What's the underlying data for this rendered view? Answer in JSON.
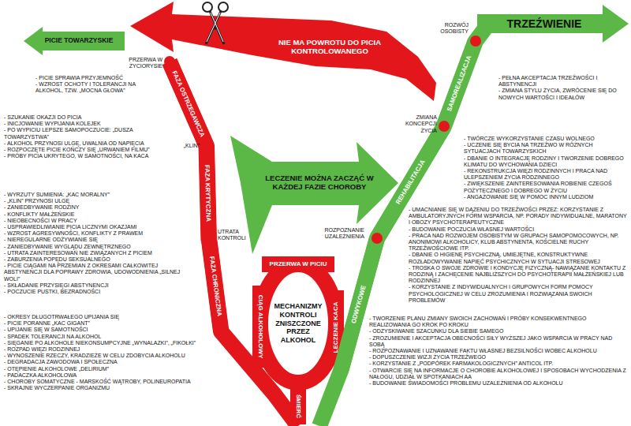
{
  "diagram": {
    "nodes": [
      {
        "text": [
          "NIE MA POWROTU DO PICIA KONTROLOWANEGO"
        ]
      },
      {
        "text": [
          "PICIE TOWARZYSKIE"
        ]
      },
      {
        "text": [
          "PRZERWA W ŻYCIORYSIE"
        ]
      },
      {
        "text": [
          "FAZA OSTRZEGAWCZA"
        ]
      },
      {
        "text": [
          "„KLIN”"
        ]
      },
      {
        "text": [
          "FAZA KRYTYCZNA"
        ]
      },
      {
        "text": [
          "UTRATA KONTROLI"
        ]
      },
      {
        "text": [
          "FAZA CHRONICZNA"
        ]
      },
      {
        "text": [
          "LECZENIE MOŻNA ZACZĄĆ W KAŻDEJ FAZIE CHOROBY"
        ]
      },
      {
        "text": [
          "MECHANIZMY KONTROLI ZNISZCZONE PRZEZ ALKOHOL"
        ]
      },
      {
        "text": [
          "PRZERWA W PICIU"
        ]
      },
      {
        "text": [
          "CIĄG ALKOHOLOWY"
        ]
      },
      {
        "text": [
          "LECZENIE KACA"
        ]
      },
      {
        "text": [
          "ŚMIERĆ"
        ]
      },
      {
        "text": [
          "ROZWÓJ OSOBISTY"
        ]
      },
      {
        "text": [
          "TRZEŹWIENIE"
        ]
      },
      {
        "text": [
          "SAMOREALIZACJA"
        ]
      },
      {
        "text": [
          "ZMIANA KONCEPCJI ŻYCIA"
        ]
      },
      {
        "text": [
          "REHABILITACJA"
        ]
      },
      {
        "text": [
          "ROZPOZNANIE UZALEŻNIENIA"
        ]
      },
      {
        "text": [
          "ODWYKOWE"
        ]
      }
    ],
    "labels": [
      "- PICIE SPRAWIA PRZYJEMNOŚĆ",
      "- WZROST OCHOTY I TOLERANCJI NA ALKOHOL, TZW. „MOCNA GŁOWA”",
      "- SZUKANIE OKAZJI DO PICIA",
      "- INICJOWANIE WYPIJANIA KOLEJEK",
      "- PO WYPICIU LEPSZE SAMOPOCZUCIE: „DUSZA TOWARZYSTWA”",
      "- ALKOHOL PRZYNOSI ULGĘ, UWALNIA OD NAPIĘCIA",
      "- ROZPOCZĘTE PICIE KOŃCZY SIĘ „URWANIEM FILMU”",
      "- PRÓBY PICIA UKRYTEGO, W SAMOTNOŚCI, NA KACA",
      "- WYRZUTY SUMIENIA: „KAC MORALNY”",
      "- „KLIN” PRZYNOSI ULGĘ",
      "- ZANIEDBYWANIE RODZINY",
      "- KONFLIKTY MAŁŻEŃSKIE",
      "- NIEOBECNOŚCI W PRACY",
      "- USPRAWIEDLIWIANIE PICIA LICZNYMI OKAZJAMI",
      "- WZROST AGRESYWNOŚCI, KONFLIKTY Z PRAWEM",
      "- NIEREGULARNE ODŻYWIANIE SIĘ",
      "- ZANIEDBYWANIE WYGLĄDU ZEWNĘTRZNEGO",
      "- UTRATA ZAINTERESOWAŃ NIE ZWIĄZANYCH Z PICIEM",
      "- ZABURZENIA POPĘDU SEKSUALNEGO",
      "- PICIE CIĄGAMI NA PRZEMIAN Z OKRESAMI CAŁKOWITEJ ABSTYNENCJI DLA POPRAWY ZDROWIA, UDOWODNIENIA „SILNEJ WOLI”",
      "- SKŁADANIE PRZYSIĘGI ABSTYNENCJI",
      "- POCZUCIE PUSTKI, BEZRADNOŚCI",
      "- OKRESY DŁUGOTRWAŁEGO UPIJANIA SIĘ",
      "- PICIE PORANNE „KAC GIGANT”",
      "- UPIJANIE SIĘ W SAMOTNOŚCI",
      "- SPADEK TOLERANCJI NA ALKOHOL",
      "- SIĘGANIE PO ALKOHOLE NIEKONSUMPCYJNE „WYNALAZKI”, „FIKOŁKI”",
      "- ROZPAD WIĘZI RODZINNEJ",
      "- WYNOSZENIE RZECZY, KRADZIEŻE W CELU ZDOBYCIA ALKOHOLU",
      "- DEGRADACJA ZAWODOWA I SPOŁECZNA",
      "- OTĘPIENIE ALKOHOLOWE „DELIRIUM”",
      "- PADACZKA ALKOHOLOWA",
      "- CHOROBY SOMATYCZNE - MARSKOŚĆ WĄTROBY, POLINEUROPATIA",
      "- SKRAJNE WYCZERPANIE ORGANIZMU",
      "- PEŁNA AKCEPTACJA TRZEŹWOŚCI I ABSTYNENCJI",
      "- ZMIANA STYLU ŻYCIA, ZWRÓCENIE SIĘ DO NOWYCH WARTOŚCI I IDEAŁÓW",
      "- TWÓRCZE WYKORZYSTANIE CZASU WOLNEGO",
      "- UCZENIE SIĘ BYCIA NA TRZEŹWO W RÓŻNYCH SYTUACJACH TOWARZYSKICH",
      "- DBANIE O INTEGRACJĘ RODZINY I TWORZENIE DOBREGO KLIMATU DO WYCHOWANIA DZIECI",
      "- REKONSTRUKCJA WIĘZI RODZINNYCH I PRACA NAD ULEPSZENIEM ŻYCIA RODZINNEGO",
      "- ZWIĘKSZENIE ZAINTERESOWANIA ROBIENIE CZEGOŚ POŻYTECZNEGO I DOBREGO W ŻYCIU",
      "- ANGAŻOWANIE SIĘ W POMOC INNYM LUDZIOM",
      "- UMACNIANIE SIĘ W DĄŻENIU DO TRZEŹWOŚCI PRZEZ: KORZYSTANIE Z AMBULATORYJNYCH FORM WSPARCIA, NP. PORADY INDYWIDUALNE, MARATONY I OBOZY PSYCHOTERAPEUTYCZNE",
      "- BUDOWANIE POCZUCIA WŁASNEJ WARTOŚCI",
      "- PRACA NAD ROZWOJEM OSOBISTYM W GRUPACH SAMOPOMOCOWYCH, NP. ANONIMOWI ALKOHOLICY, KLUB ABSTYNENTA, KOŚCIELNE RUCHY TRZEŹWOŚCIOWE ITP.",
      "- DBANIE O HIGIENĘ PSYCHICZNĄ, UMIEJĘTNE, KONSTRUKTYWNE ROZŁADOWYWANIE NAPIĘĆ PSYCHICZNYCH W SYTUACJI STRESOWEJ",
      "- TROSKA O SWOJE ZDROWIE I KONDYCJĘ FIZYCZNĄ- NAWIĄZANIE KONTAKTU Z RODZINĄ I ZACHĘCENIE NAJBLIŻSZYCH DO PSYCHOTERAPII MAŁŻEŃSKIEJ LUB RODZINNEJ",
      "- KORZYSTANIE Z INDYWIDUALNYCH I GRUPOWYCH FORM POMOCY PSYCHOLOGICZNEJ W CELU ZROZUMIENIA I ROZWIĄZANIA SWOICH PROBLEMÓW",
      "- TWORZENIE PLANU ZMIANY SWOICH ZACHOWAŃ I PRÓBY KONSEKWENTNEGO REALIZOWANIA GO KROK PO KROKU",
      "- ODZYSKIWANIE SZACUNKU DLA SIEBIE SAMEGO",
      "- ZROZUMIENIE I AKCEPTACJA OBECNOŚCI SIŁY WYŻSZEJ JAKO WSPARCIA W PRACY NAD SOBĄ",
      "- ROZPOZNAWANIE I UZNAWANIE FAKTU WŁASNEJ BEZSILNOŚCI WOBEC ALKOHOLU",
      "- DOPUSZCZENIE WIZJI ŻYCIA TRZEŹWEGO",
      "- KORZYSTANIE Z „PODPÓREK FARMAKOLOGICZNYCH” ANTICOL ITP.",
      "- OTWARCIE SIĘ NA INFORMACJE O CHOROBIE ALKOHOLOWEJ I SPOSOBACH WYCHODZENIA Z NAŁOGU, UDZIAŁ W SPOTKANIACH AA",
      "- BUDOWANIE ŚWIADOMOŚCI PROBLEMU UZALEŻNIENIA OD ALKOHOLU"
    ]
  }
}
